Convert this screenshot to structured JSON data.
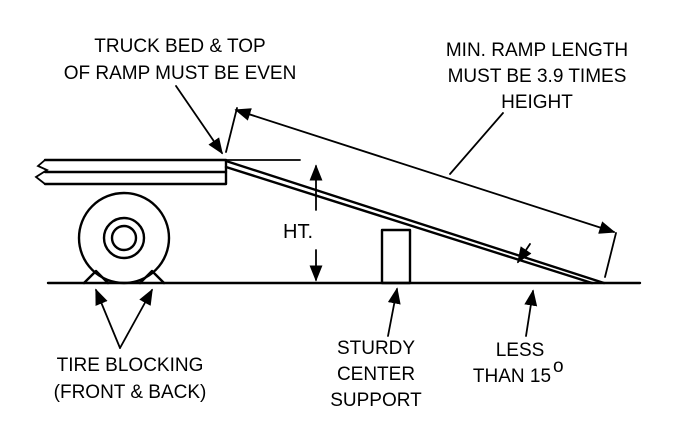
{
  "labels": {
    "truck_bed_line1": "TRUCK BED & TOP",
    "truck_bed_line2": "OF RAMP MUST BE EVEN",
    "ramp_length_line1": "MIN. RAMP  LENGTH",
    "ramp_length_line2": "MUST BE 3.9 TIMES",
    "ramp_length_line3": "HEIGHT",
    "height": "HT.",
    "tire_blocking_line1": "TIRE BLOCKING",
    "tire_blocking_line2": "(FRONT & BACK)",
    "support_line1": "STURDY",
    "support_line2": "CENTER",
    "support_line3": "SUPPORT",
    "angle_line1": "LESS",
    "angle_line2": "THAN 15",
    "angle_degree": "o"
  }
}
